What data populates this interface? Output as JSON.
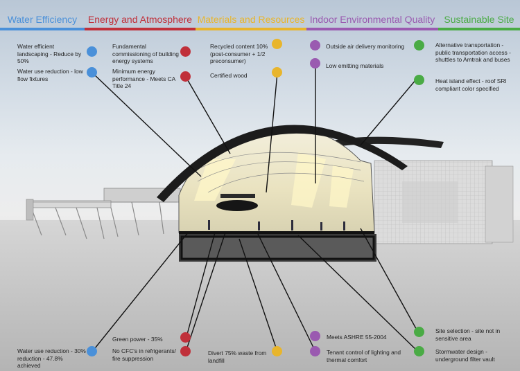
{
  "colors": {
    "water": "#4a90d9",
    "energy": "#c0303a",
    "materials": "#e8b52c",
    "indoor": "#9a5ab0",
    "site": "#4aab45",
    "leader": "#111111"
  },
  "categories": [
    {
      "id": "water",
      "label": "Water Efficiency",
      "color": "#4a90d9"
    },
    {
      "id": "energy",
      "label": "Energy and Atmosphere",
      "color": "#c0303a"
    },
    {
      "id": "materials",
      "label": "Materials and Resources",
      "color": "#e8b52c"
    },
    {
      "id": "indoor",
      "label": "Indoor Environmental Quality",
      "color": "#9a5ab0"
    },
    {
      "id": "site",
      "label": "Sustainable Site",
      "color": "#4aab45"
    }
  ],
  "notes": {
    "top": [
      {
        "id": "water-landscaping",
        "text": "Water efficient landscaping - Reduce by 50%",
        "color": "#4a90d9"
      },
      {
        "id": "water-lowflow",
        "text": "Water use reduction - low flow fixtures",
        "color": "#4a90d9"
      },
      {
        "id": "energy-commissioning",
        "text": "Fundamental commissioning of building energy systems",
        "color": "#c0303a"
      },
      {
        "id": "energy-performance",
        "text": "Minimum energy performance - Meets CA Title 24",
        "color": "#c0303a"
      },
      {
        "id": "materials-recycled",
        "text": "Recycled content 10% (post-consumer + 1/2 preconsumer)",
        "color": "#e8b52c"
      },
      {
        "id": "materials-wood",
        "text": "Certified wood",
        "color": "#e8b52c"
      },
      {
        "id": "indoor-air",
        "text": "Outside air delivery monitoring",
        "color": "#9a5ab0"
      },
      {
        "id": "indoor-materials",
        "text": "Low emitting materials",
        "color": "#9a5ab0"
      },
      {
        "id": "site-transport",
        "text": "Alternative transportation - public transportation access - shuttles to Amtrak and buses",
        "color": "#4aab45"
      },
      {
        "id": "site-heat",
        "text": "Heat island effect - roof SRI compliant color specified",
        "color": "#4aab45"
      }
    ],
    "bottom": [
      {
        "id": "water-reduction",
        "text": "Water use reduction - 30% reduction - 47.8% achieved",
        "color": "#4a90d9"
      },
      {
        "id": "energy-green",
        "text": "Green power - 35%",
        "color": "#c0303a"
      },
      {
        "id": "energy-cfc",
        "text": "No CFC's in refrigerants/ fire suppression",
        "color": "#c0303a"
      },
      {
        "id": "materials-waste",
        "text": "Divert 75% waste from landfill",
        "color": "#e8b52c"
      },
      {
        "id": "indoor-ashre",
        "text": "Meets ASHRE 55-2004",
        "color": "#9a5ab0"
      },
      {
        "id": "indoor-tenant",
        "text": "Tenant control of lighting and thermal comfort",
        "color": "#9a5ab0"
      },
      {
        "id": "site-selection",
        "text": "Site selection - site not in sensitive area",
        "color": "#4aab45"
      },
      {
        "id": "site-stormwater",
        "text": "Stormwater design - underground filter vault",
        "color": "#4aab45"
      }
    ]
  }
}
